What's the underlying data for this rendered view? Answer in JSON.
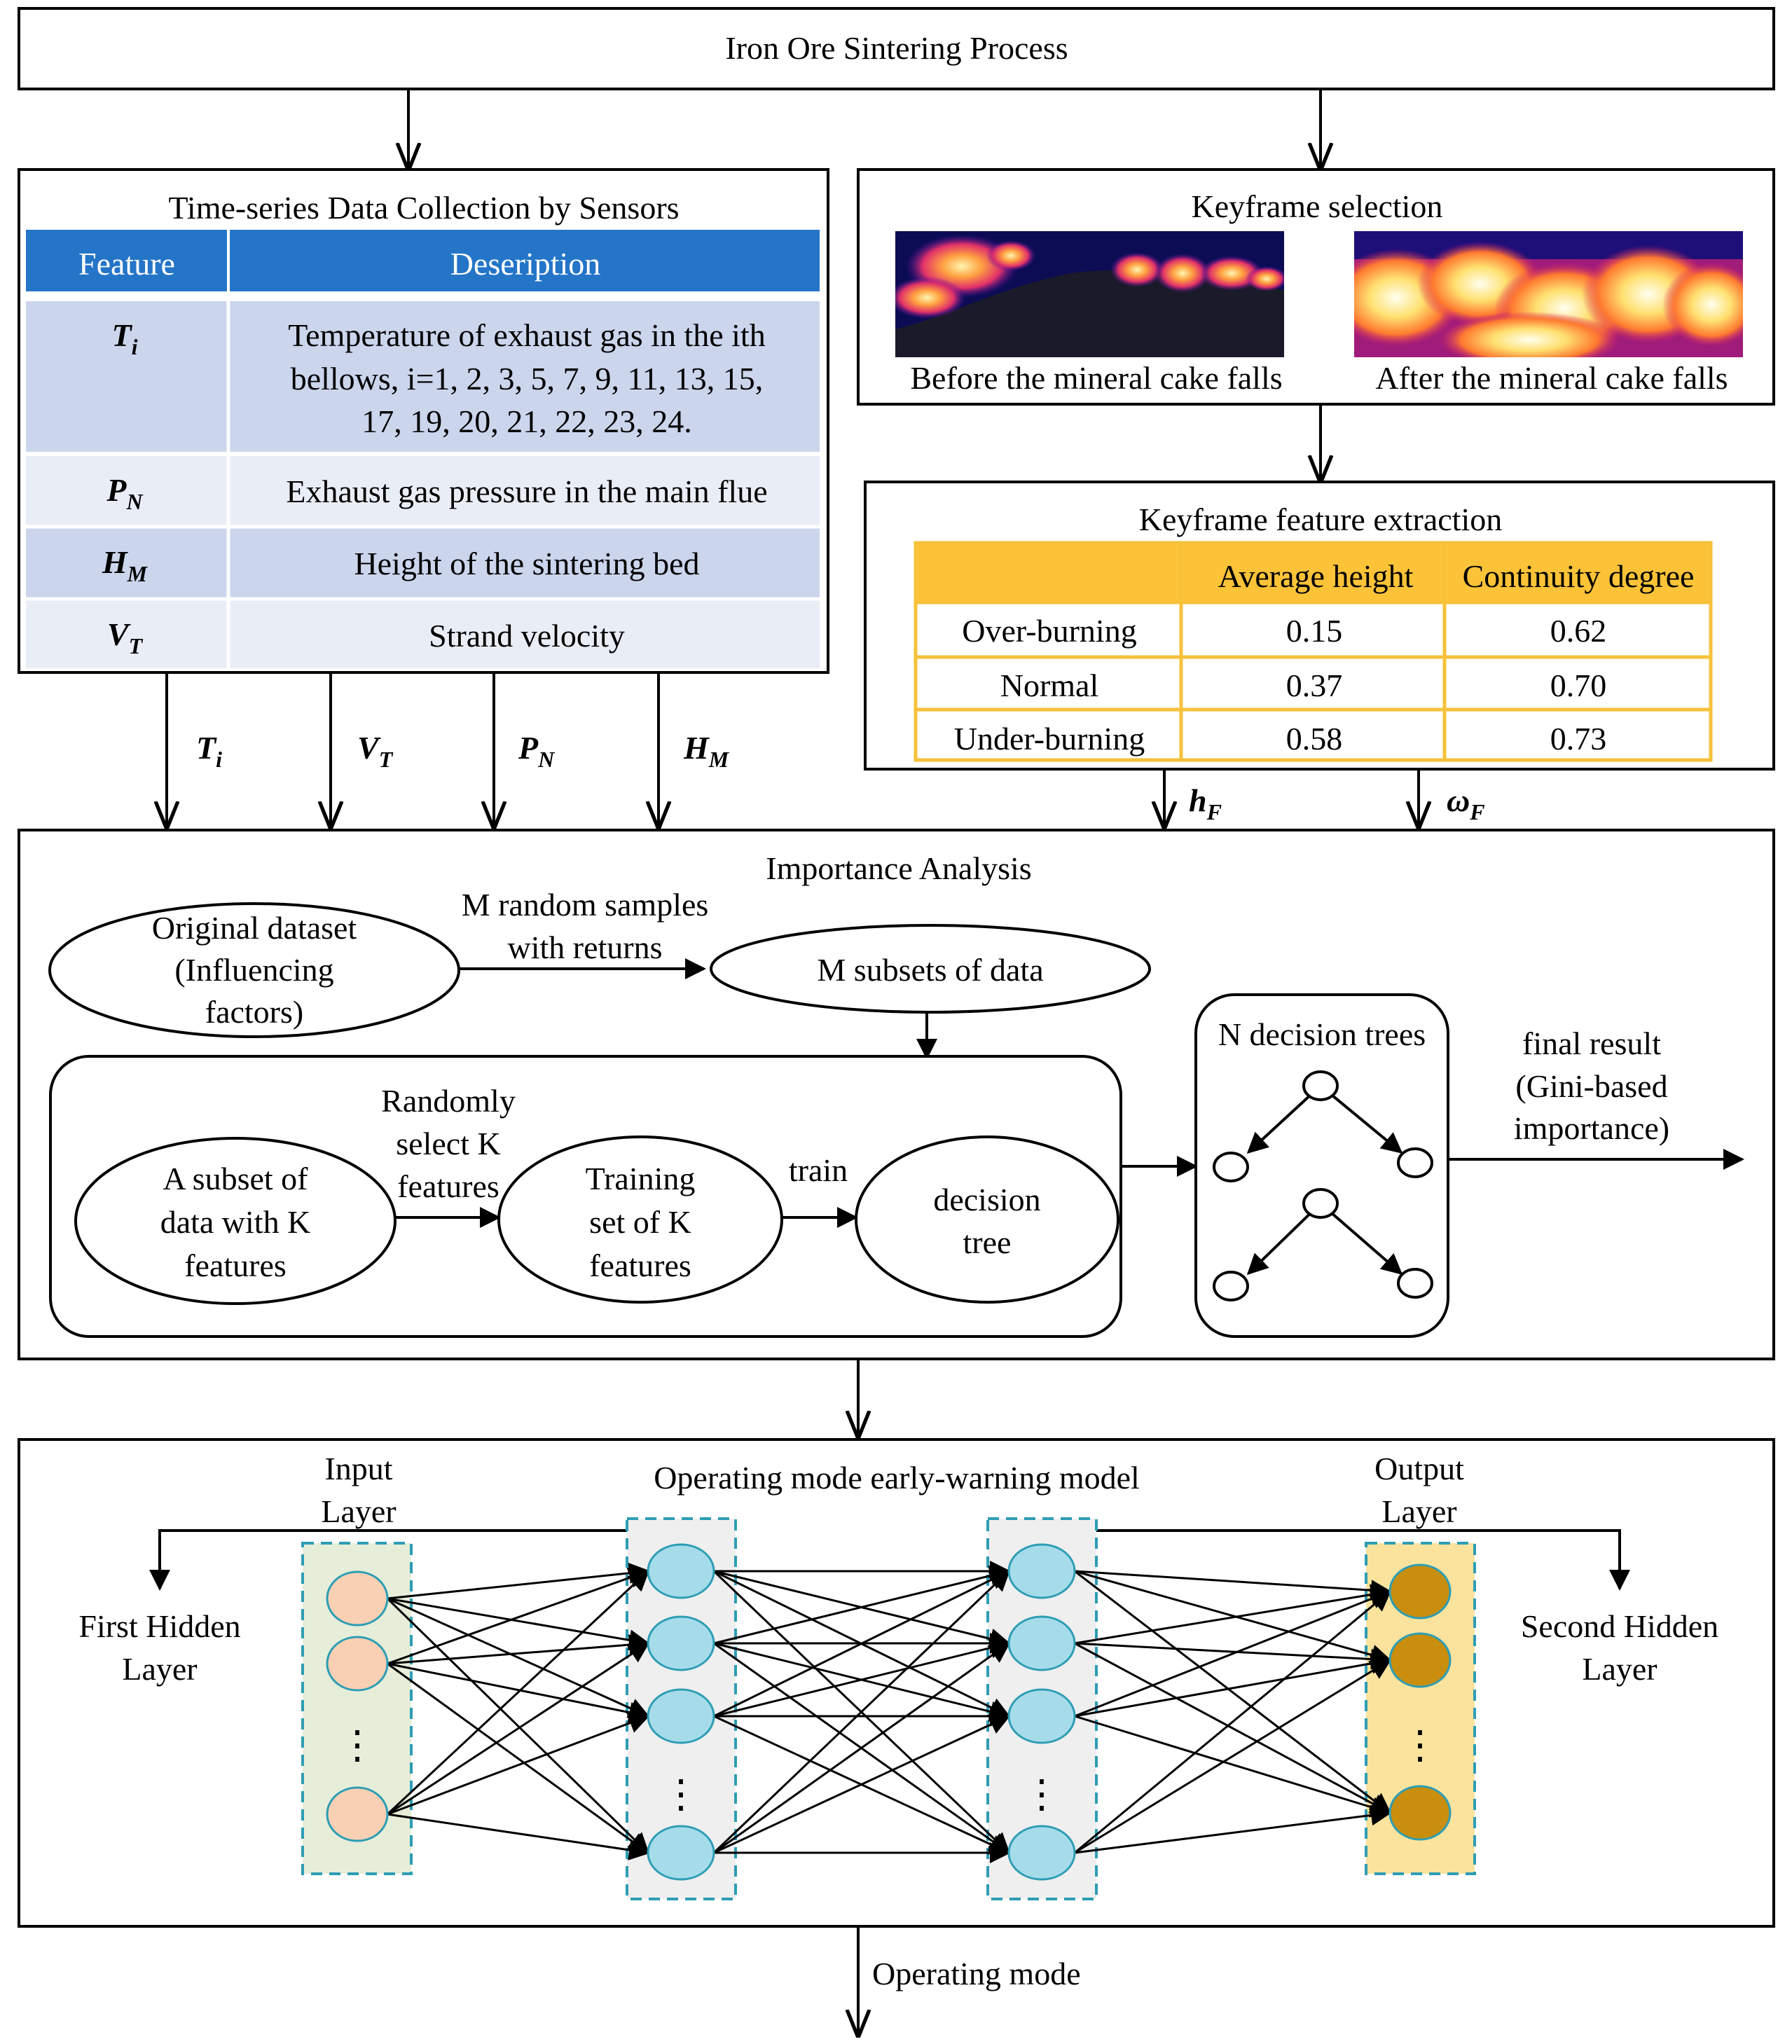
{
  "top": {
    "title": "Iron Ore Sintering Process"
  },
  "sensors": {
    "title": "Time-series Data Collection by Sensors",
    "headers": [
      "Feature",
      "Deseription"
    ],
    "rows": [
      {
        "feature": "T",
        "sub": "i",
        "desc": [
          "Temperature of exhaust gas in the ith",
          "bellows, i=1, 2, 3, 5, 7, 9, 11, 13, 15,",
          "17, 19, 20, 21, 22, 23, 24."
        ]
      },
      {
        "feature": "P",
        "sub": "N",
        "desc": [
          "Exhaust gas pressure in the main flue"
        ]
      },
      {
        "feature": "H",
        "sub": "M",
        "desc": [
          "Height of the sintering bed"
        ]
      },
      {
        "feature": "V",
        "sub": "T",
        "desc": [
          "Strand velocity"
        ]
      }
    ],
    "arrow_labels": [
      {
        "main": "T",
        "sub": "i"
      },
      {
        "main": "V",
        "sub": "T"
      },
      {
        "main": "P",
        "sub": "N"
      },
      {
        "main": "H",
        "sub": "M"
      }
    ]
  },
  "keyframe_selection": {
    "title": "Keyframe selection",
    "before_label": "Before the mineral cake falls",
    "after_label": "After the mineral cake falls"
  },
  "keyframe_features": {
    "title": "Keyframe  feature extraction",
    "columns": [
      "",
      "Average height",
      "Continuity degree"
    ],
    "rows": [
      [
        "Over-burning",
        "0.15",
        "0.62"
      ],
      [
        "Normal",
        "0.37",
        "0.70"
      ],
      [
        "Under-burning",
        "0.58",
        "0.73"
      ]
    ],
    "arrow_labels": [
      {
        "main": "h",
        "sub": "F"
      },
      {
        "main": "ω",
        "sub": "F"
      }
    ]
  },
  "importance": {
    "title": "Importance Analysis",
    "original_dataset": [
      "Original dataset",
      "(Influencing",
      "factors)"
    ],
    "sampling_label": [
      "M random samples",
      "with returns"
    ],
    "subsets": "M subsets of data",
    "subset_k": [
      "A subset of",
      "data with K",
      "features"
    ],
    "random_select": [
      "Randomly",
      "select K",
      "features"
    ],
    "training_set": [
      "Training",
      "set of K",
      "features"
    ],
    "train_label": "train",
    "decision_tree": [
      "decision",
      "tree"
    ],
    "n_trees": "N decision trees",
    "final_result": [
      "final result",
      "(Gini-based",
      "importance)"
    ]
  },
  "model": {
    "title": "Operating mode early-warning model",
    "input_layer": [
      "Input",
      "Layer"
    ],
    "output_layer": [
      "Output",
      "Layer"
    ],
    "first_hidden": [
      "First Hidden",
      "Layer"
    ],
    "second_hidden": [
      "Second Hidden",
      "Layer"
    ],
    "dots": "⋮",
    "output_label": "Operating mode"
  },
  "colors": {
    "table_header": "#2475C8",
    "table_row_dark": "#CBD5EC",
    "table_row_light": "#E9EDF6",
    "feature_header": "#FCC338",
    "feature_border": "#F7C13A",
    "input_node": "#F9D0B3",
    "hidden_node": "#A6DCEA",
    "output_node": "#C98E0E",
    "input_panel": "#E6EED9",
    "hidden_panel": "#EFEFEF",
    "output_panel": "#FBE39E",
    "dashed_border": "#2E9DB4"
  }
}
